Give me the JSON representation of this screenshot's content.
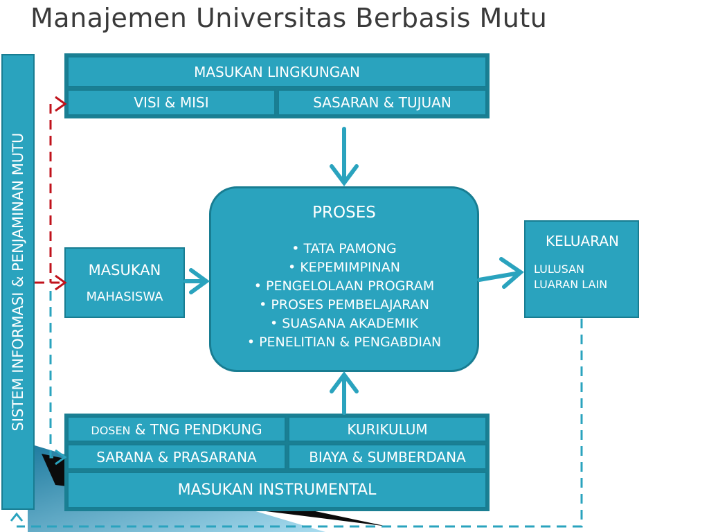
{
  "title": "Manajemen Universitas Berbasis Mutu",
  "side_label": "SISTEM INFORMASI & PENJAMINAN MUTU",
  "top": {
    "header": "MASUKAN LINGKUNGAN",
    "left": "VISI & MISI",
    "right": "SASARAN & TUJUAN"
  },
  "masukan": {
    "title": "MASUKAN",
    "item": "MAHASISWA"
  },
  "proses": {
    "title": "PROSES",
    "items": [
      "TATA PAMONG",
      "KEPEMIMPINAN",
      "PENGELOLAAN PROGRAM",
      "PROSES PEMBELAJARAN",
      "SUASANA AKADEMIK",
      "PENELITIAN & PENGABDIAN"
    ]
  },
  "keluaran": {
    "title": "KELUARAN",
    "line1": "LULUSAN",
    "line2": "LUARAN LAIN"
  },
  "bottom": {
    "dosen_small": "DOSEN",
    "dosen_rest": " & TNG PENDKUNG",
    "kurikulum": "KURIKULUM",
    "sarana": "SARANA & PRASARANA",
    "biaya": "BIAYA & SUMBERDANA",
    "footer": "MASUKAN INSTRUMENTAL"
  },
  "colors": {
    "box": "#2aa3be",
    "border": "#187d92",
    "red_arrow": "#c0121b",
    "blue_arrow": "#2aa3be",
    "title": "#3a3a3a"
  }
}
